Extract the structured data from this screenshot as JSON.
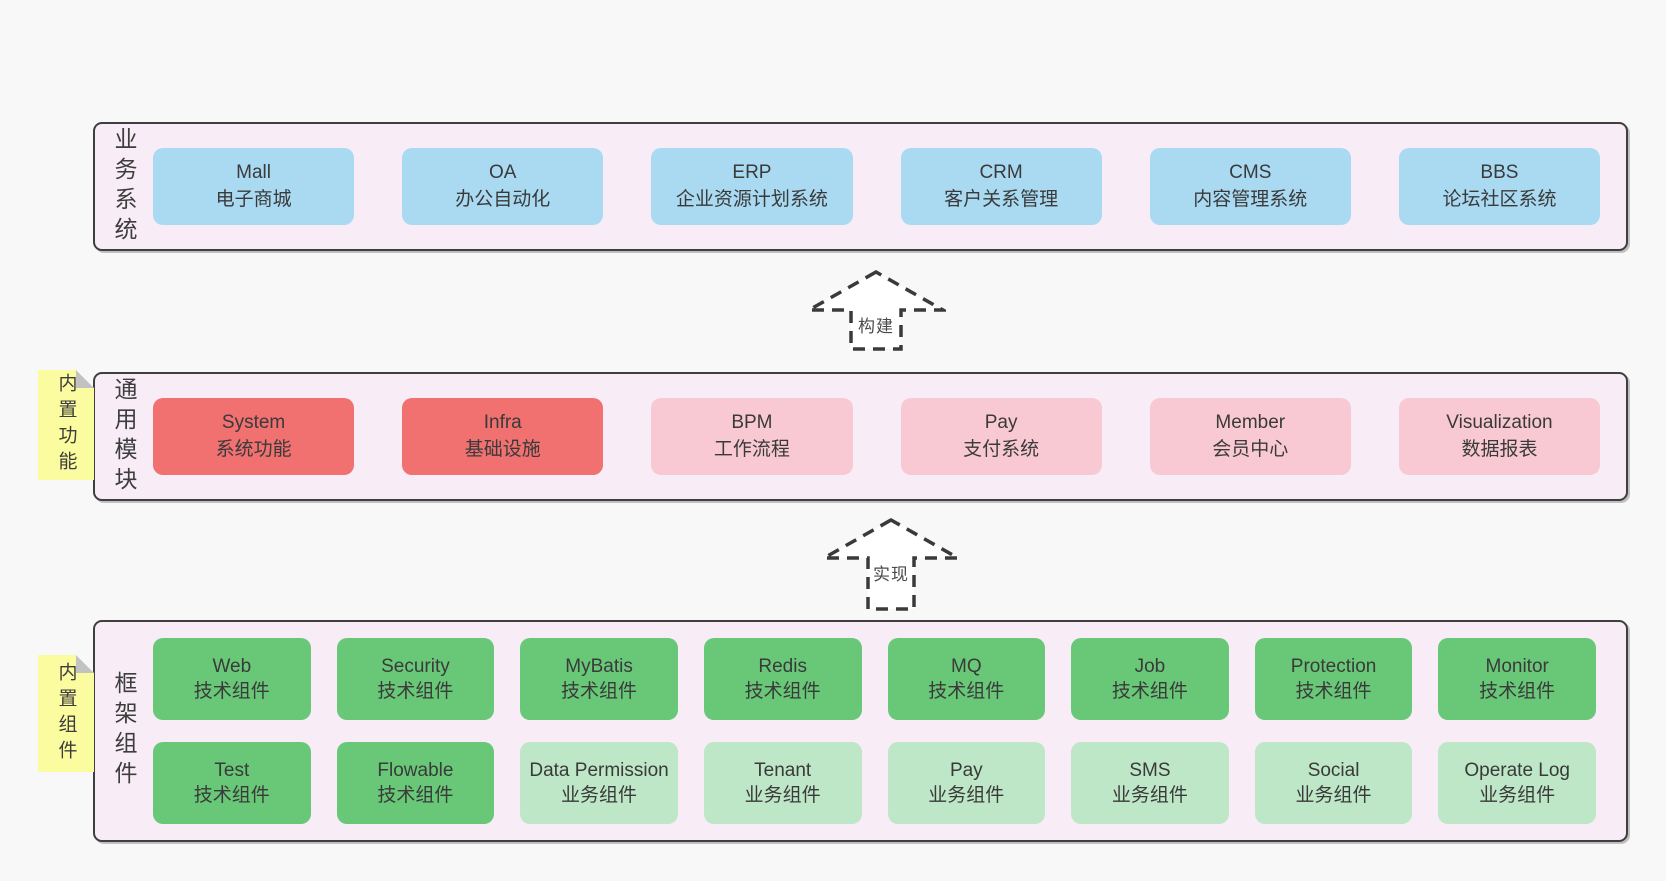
{
  "layers": {
    "business": {
      "label": "业务系统",
      "items": [
        {
          "name": "Mall",
          "desc": "电子商城",
          "variant": "blue"
        },
        {
          "name": "OA",
          "desc": "办公自动化",
          "variant": "blue"
        },
        {
          "name": "ERP",
          "desc": "企业资源计划系统",
          "variant": "blue"
        },
        {
          "name": "CRM",
          "desc": "客户关系管理",
          "variant": "blue"
        },
        {
          "name": "CMS",
          "desc": "内容管理系统",
          "variant": "blue"
        },
        {
          "name": "BBS",
          "desc": "论坛社区系统",
          "variant": "blue"
        }
      ]
    },
    "modules": {
      "label": "通用模块",
      "sticky": "内置功能",
      "items": [
        {
          "name": "System",
          "desc": "系统功能",
          "variant": "red"
        },
        {
          "name": "Infra",
          "desc": "基础设施",
          "variant": "red"
        },
        {
          "name": "BPM",
          "desc": "工作流程",
          "variant": "pink"
        },
        {
          "name": "Pay",
          "desc": "支付系统",
          "variant": "pink"
        },
        {
          "name": "Member",
          "desc": "会员中心",
          "variant": "pink"
        },
        {
          "name": "Visualization",
          "desc": "数据报表",
          "variant": "pink"
        }
      ]
    },
    "components": {
      "label": "框架组件",
      "sticky": "内置组件",
      "row1": [
        {
          "name": "Web",
          "desc": "技术组件",
          "variant": "green"
        },
        {
          "name": "Security",
          "desc": "技术组件",
          "variant": "green"
        },
        {
          "name": "MyBatis",
          "desc": "技术组件",
          "variant": "green"
        },
        {
          "name": "Redis",
          "desc": "技术组件",
          "variant": "green"
        },
        {
          "name": "MQ",
          "desc": "技术组件",
          "variant": "green"
        },
        {
          "name": "Job",
          "desc": "技术组件",
          "variant": "green"
        },
        {
          "name": "Protection",
          "desc": "技术组件",
          "variant": "green"
        },
        {
          "name": "Monitor",
          "desc": "技术组件",
          "variant": "green"
        }
      ],
      "row2": [
        {
          "name": "Test",
          "desc": "技术组件",
          "variant": "green"
        },
        {
          "name": "Flowable",
          "desc": "技术组件",
          "variant": "green"
        },
        {
          "name": "Data Permission",
          "desc": "业务组件",
          "variant": "lightgreen"
        },
        {
          "name": "Tenant",
          "desc": "业务组件",
          "variant": "lightgreen"
        },
        {
          "name": "Pay",
          "desc": "业务组件",
          "variant": "lightgreen"
        },
        {
          "name": "SMS",
          "desc": "业务组件",
          "variant": "lightgreen"
        },
        {
          "name": "Social",
          "desc": "业务组件",
          "variant": "lightgreen"
        },
        {
          "name": "Operate Log",
          "desc": "业务组件",
          "variant": "lightgreen"
        }
      ]
    }
  },
  "arrows": {
    "build": "构建",
    "implement": "实现"
  },
  "colors": {
    "page_background": "#f8f8f8",
    "layer_background": "#f8edf7",
    "layer_border": "#3f3f3f",
    "box_blue": "#a9daf2",
    "box_red": "#f17070",
    "box_pink": "#f9c9d3",
    "box_green": "#68c878",
    "box_lightgreen": "#bee7c7",
    "sticky_yellow": "#fbfb9f",
    "sticky_fold_gray": "#c2c2c2",
    "text": "#3a3a3a"
  }
}
